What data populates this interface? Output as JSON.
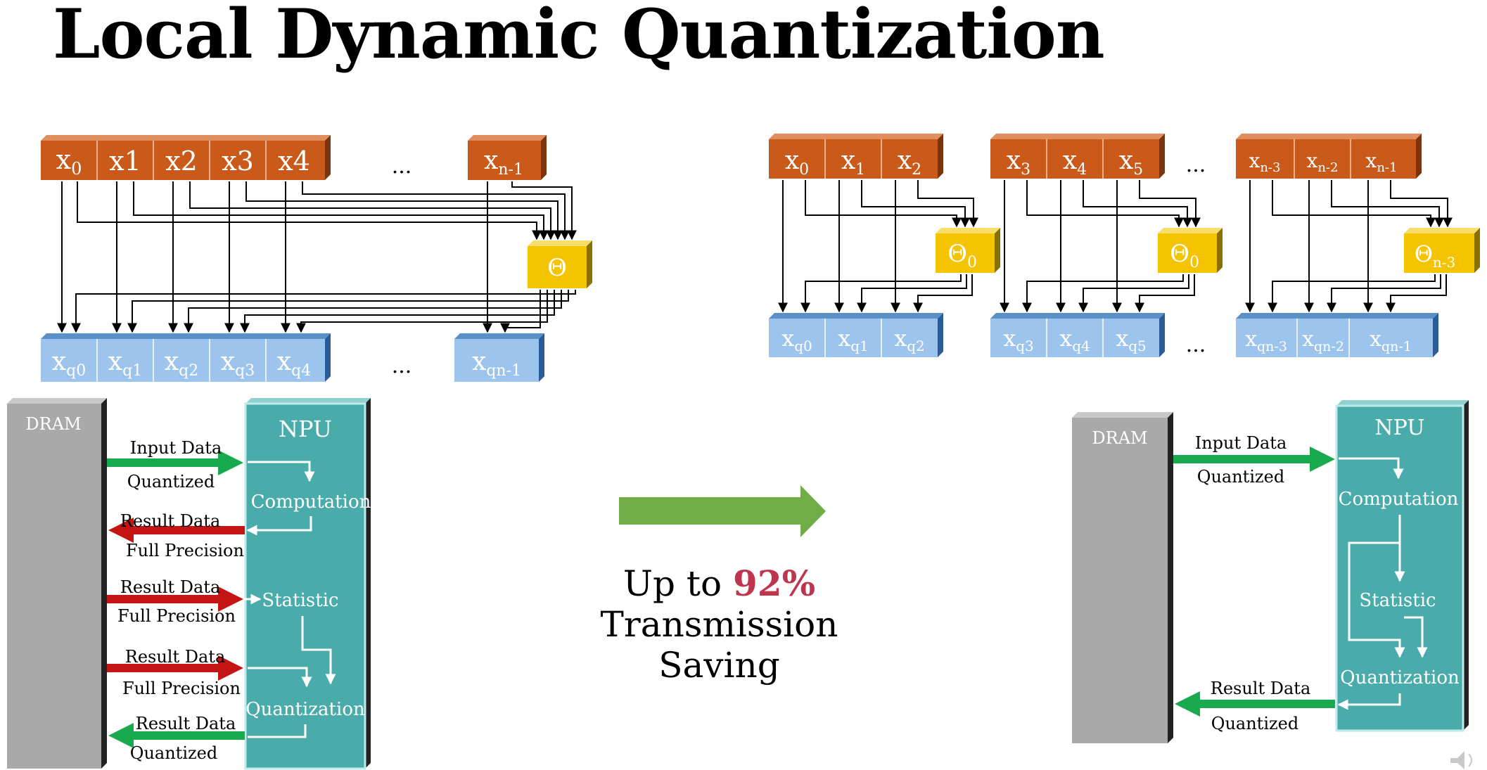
{
  "slide": {
    "title": "Local Dynamic Quantization",
    "summary": {
      "prefix": "Up to ",
      "percent": "92%",
      "line2": "Transmission",
      "line3": "Saving"
    }
  },
  "left_diagram": {
    "inputs": [
      "x0",
      "x1",
      "x2",
      "x3",
      "x4",
      "xn-1"
    ],
    "outputs": [
      "xq0",
      "xq1",
      "xq2",
      "xq3",
      "xq4",
      "xqn-1"
    ],
    "scale": "Θ",
    "ellipsis": "...",
    "flow": {
      "dram": "DRAM",
      "npu": "NPU",
      "steps": [
        "Computation",
        "Statistic",
        "Quantization"
      ],
      "transfers": [
        {
          "top": "Input Data",
          "bottom": "Quantized"
        },
        {
          "top": "Result Data",
          "bottom": "Full Precision"
        },
        {
          "top": "Result Data",
          "bottom": "Full Precision"
        },
        {
          "top": "Result Data",
          "bottom": "Full Precision"
        },
        {
          "top": "Result Data",
          "bottom": "Quantized"
        }
      ]
    }
  },
  "right_diagram": {
    "groups": [
      {
        "inputs": [
          "x0",
          "x1",
          "x2"
        ],
        "scale": "Θ0",
        "outputs": [
          "xq0",
          "xq1",
          "xq2"
        ]
      },
      {
        "inputs": [
          "x3",
          "x4",
          "x5"
        ],
        "scale": "Θ0",
        "outputs": [
          "xq3",
          "xq4",
          "xq5"
        ]
      },
      {
        "inputs": [
          "xn-3",
          "xn-2",
          "xn-1"
        ],
        "scale": "Θn-3",
        "outputs": [
          "xqn-3",
          "xqn-2",
          "xqn-1"
        ]
      }
    ],
    "ellipsis": "...",
    "flow": {
      "dram": "DRAM",
      "npu": "NPU",
      "steps": [
        "Computation",
        "Statistic",
        "Quantization"
      ],
      "transfers": [
        {
          "top": "Input Data",
          "bottom": "Quantized"
        },
        {
          "top": "Result Data",
          "bottom": "Quantized"
        }
      ]
    }
  },
  "colors": {
    "input_cell": "#c95a1a",
    "output_cell": "#9cc4ec",
    "scale_box": "#f5c400",
    "npu": "#4aabab",
    "dram": "#a9a9a9",
    "to_npu_arrow": "#19a94e",
    "to_dram_arrow": "#c41414",
    "big_arrow": "#70ad47",
    "highlight": "#c0354e"
  }
}
